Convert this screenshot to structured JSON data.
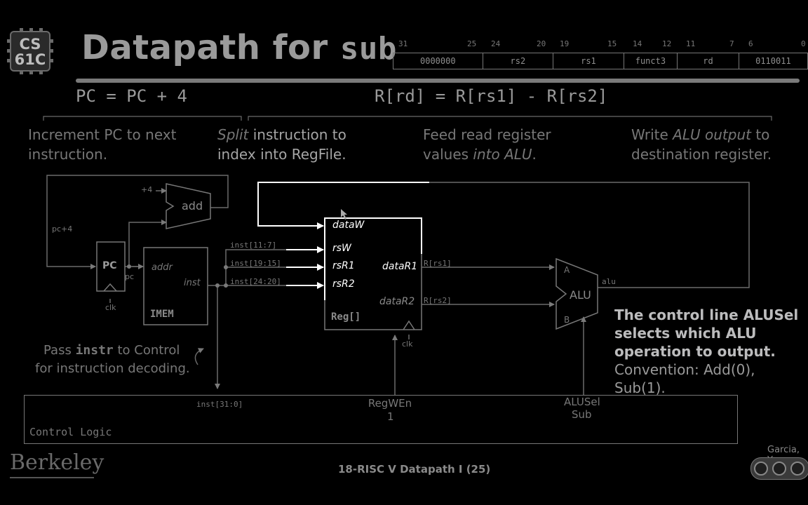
{
  "logo": {
    "line1": "CS",
    "line2": "61C"
  },
  "title": {
    "prefix": "Datapath for ",
    "instr": "sub"
  },
  "format": {
    "bit_labels": [
      "31",
      "25",
      "24",
      "20",
      "19",
      "15",
      "14",
      "12",
      "11",
      "7",
      "6",
      "0"
    ],
    "fields": [
      "0000000",
      "rs2",
      "rs1",
      "funct3",
      "rd",
      "0110011"
    ]
  },
  "equations": {
    "pc": "PC = PC + 4",
    "reg": "R[rd] = R[rs1] - R[rs2]"
  },
  "descriptions": {
    "d1_line1": "Increment PC to next",
    "d1_line2": "instruction.",
    "d2_em": "Split",
    "d2_rest": " instruction to",
    "d2_line2": "index into RegFile.",
    "d3_line1": "Feed read register",
    "d3_line2_a": "values ",
    "d3_line2_em": "into ALU",
    "d3_line2_b": ".",
    "d4_a": "Write ",
    "d4_em": "ALU output",
    "d4_b": " to",
    "d4_line2": "destination register."
  },
  "diagram": {
    "plus4": "+4",
    "add": "add",
    "pcplus4": "pc+4",
    "pc": "PC",
    "pc_out": "pc",
    "clk1": "clk",
    "imem_addr": "addr",
    "imem_inst": "inst",
    "imem": "IMEM",
    "inst_11_7": "inst[11:7]",
    "inst_19_15": "inst[19:15]",
    "inst_24_20": "inst[24:20]",
    "dataW": "dataW",
    "rsW": "rsW",
    "rsR1": "rsR1",
    "rsR2": "rsR2",
    "dataR1": "dataR1",
    "dataR2": "dataR2",
    "reg": "Reg[]",
    "clk2": "clk",
    "r_rs1": "R[rs1]",
    "r_rs2": "R[rs2]",
    "alu_a": "A",
    "alu_b": "B",
    "alu": "ALU",
    "alu_out": "alu",
    "pass_a": "Pass ",
    "pass_instr": "instr",
    "pass_b": " to Control",
    "pass_line2": "for instruction decoding.",
    "inst_31_0": "inst[31:0]",
    "control_logic": "Control Logic",
    "regwen": "RegWEn",
    "regwen_val": "1",
    "alusel": "ALUSel",
    "alusel_val": "Sub"
  },
  "callout": {
    "line1": "The control line ALUSel",
    "line2": "selects which ALU",
    "line3": "operation to output.",
    "line4": "Convention: Add(0), Sub(1)."
  },
  "footer": {
    "lecture": "18-RISC V Datapath I (25)",
    "university": "Berkeley",
    "author": "Garcia, Yo"
  }
}
